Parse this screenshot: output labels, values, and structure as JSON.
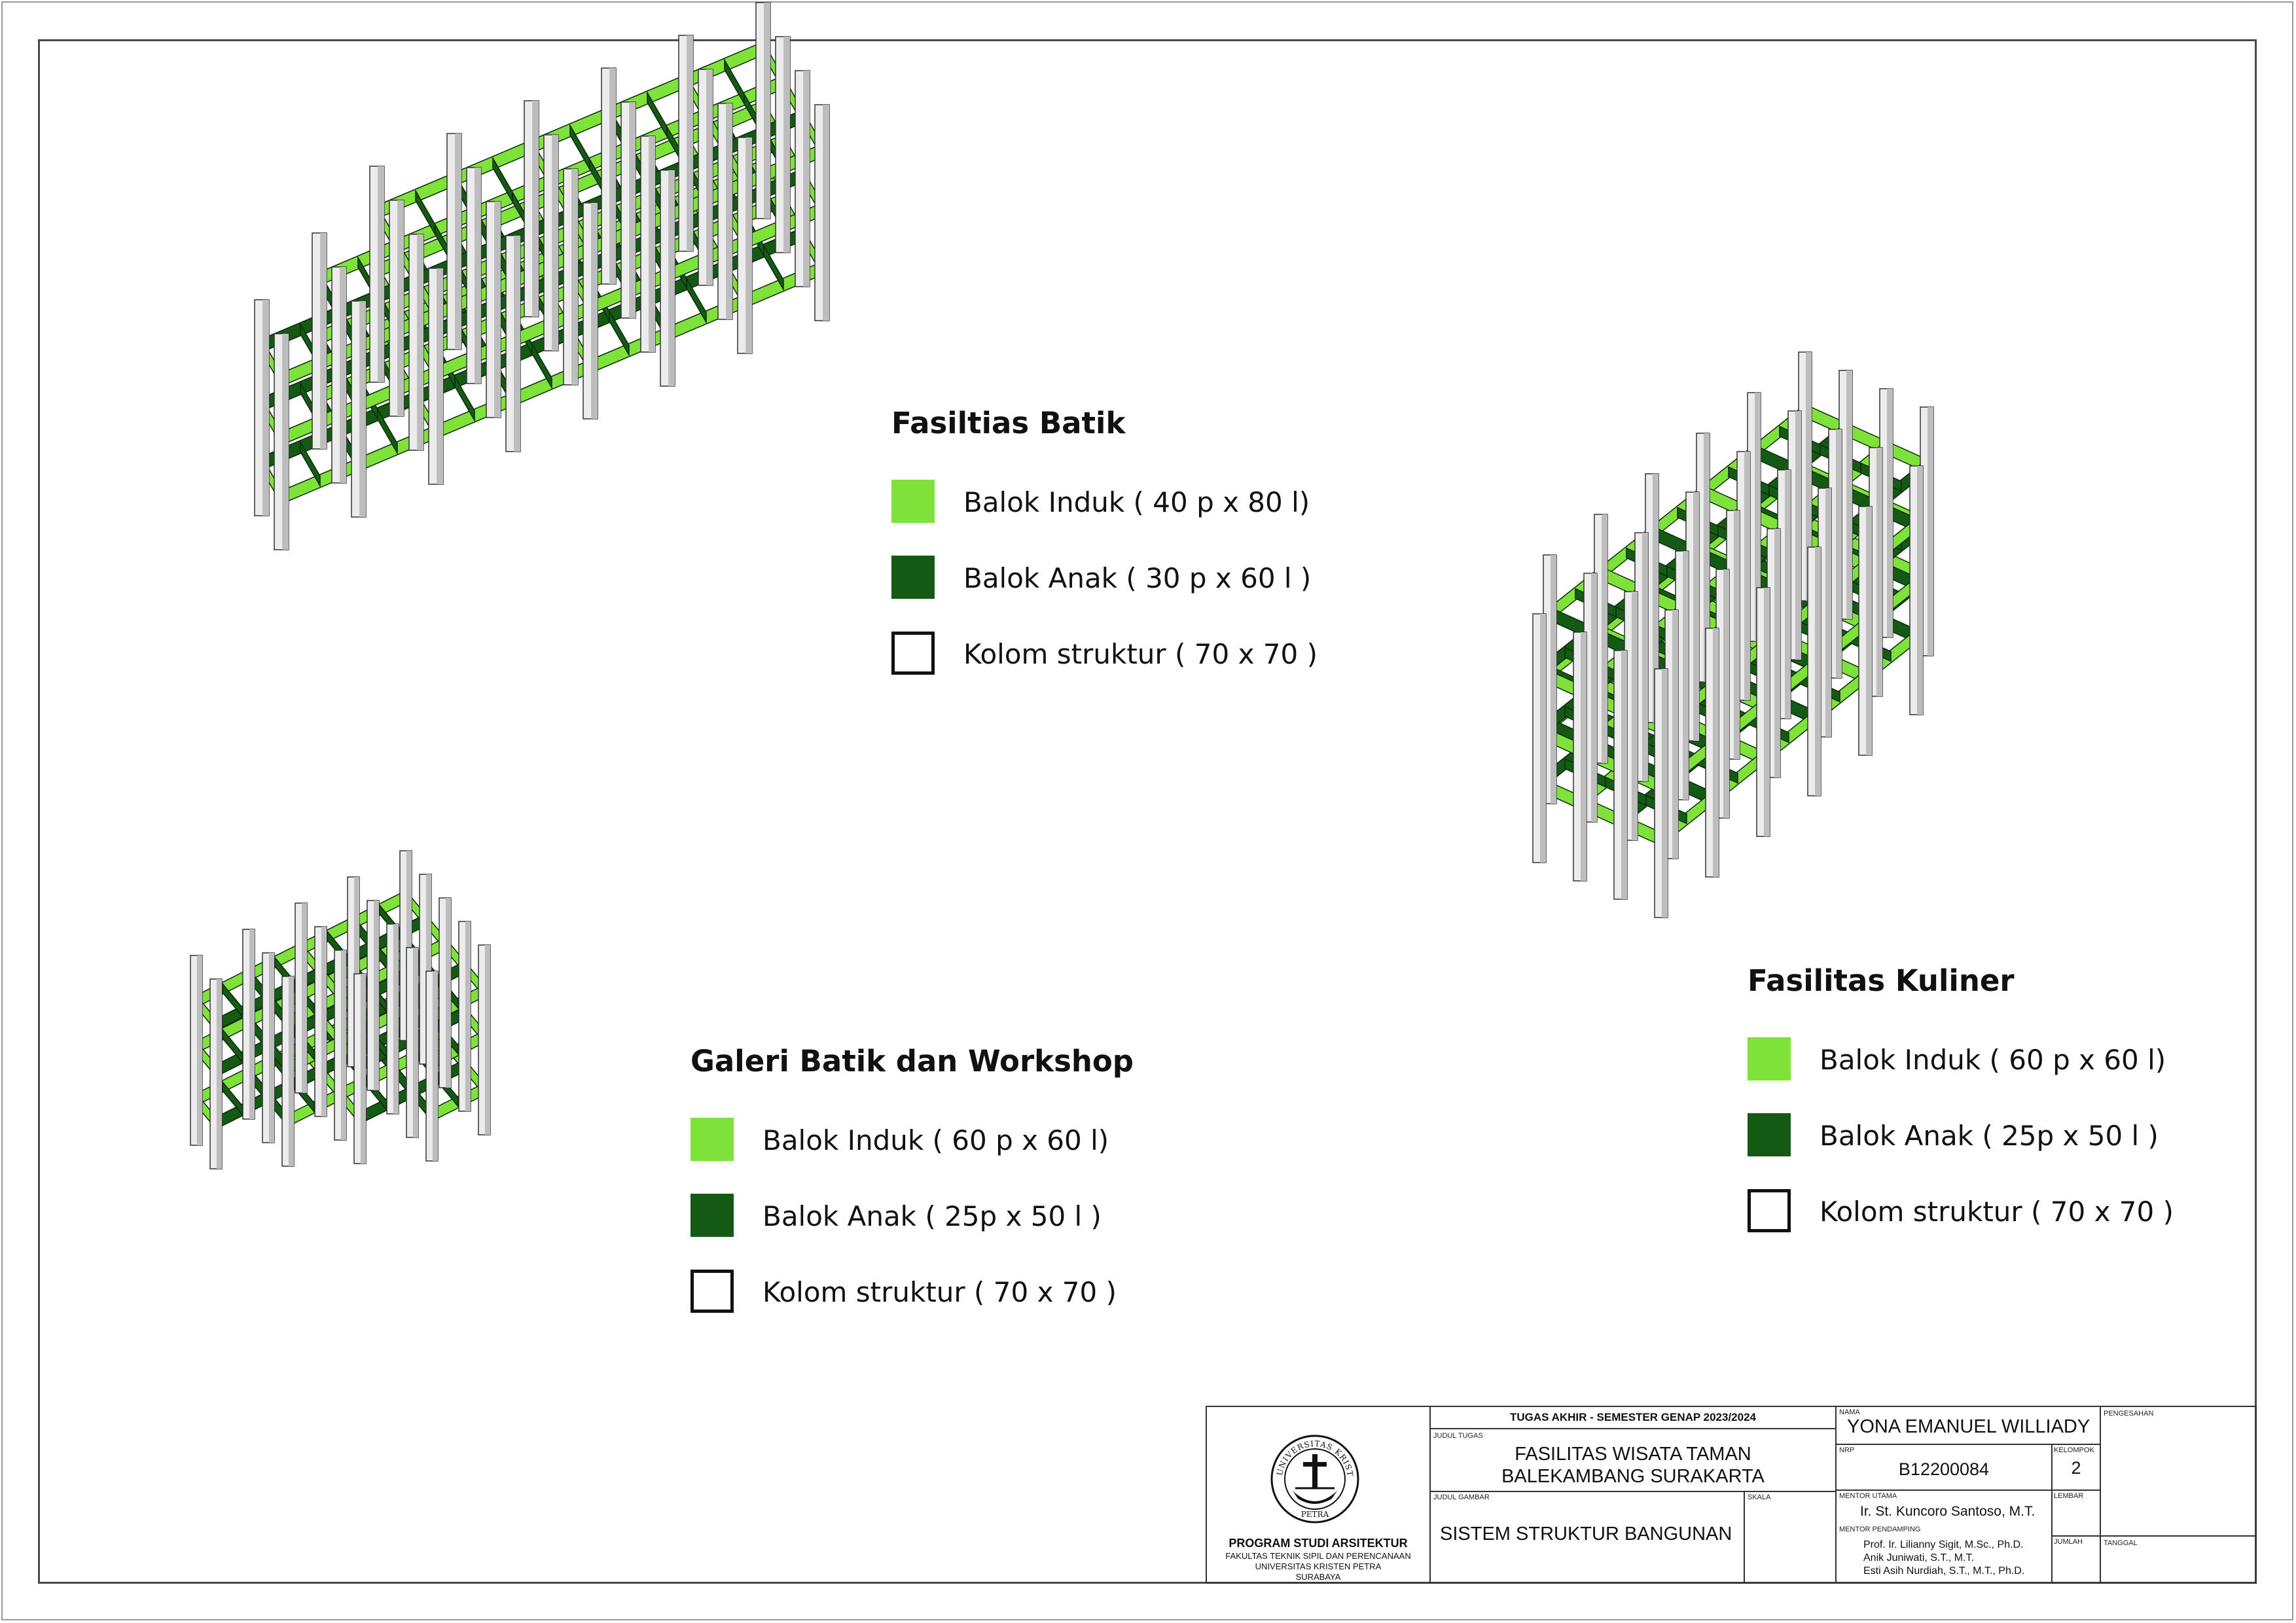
{
  "legends": [
    {
      "title": "Fasiltias Batik",
      "items": [
        {
          "swatch": "main",
          "label": "Balok Induk ( 40 p x 80 l)"
        },
        {
          "swatch": "sub",
          "label": "Balok Anak ( 30 p x 60 l )"
        },
        {
          "swatch": "col",
          "label": "Kolom struktur ( 70 x 70 )"
        }
      ]
    },
    {
      "title": "Galeri Batik dan Workshop",
      "items": [
        {
          "swatch": "main",
          "label": "Balok Induk ( 60 p x 60 l)"
        },
        {
          "swatch": "sub",
          "label": "Balok Anak ( 25p x 50 l )"
        },
        {
          "swatch": "col",
          "label": "Kolom struktur ( 70 x 70 )"
        }
      ]
    },
    {
      "title": "Fasilitas Kuliner",
      "items": [
        {
          "swatch": "main",
          "label": "Balok Induk ( 60 p x 60 l)"
        },
        {
          "swatch": "sub",
          "label": "Balok Anak ( 25p x 50 l )"
        },
        {
          "swatch": "col",
          "label": "Kolom struktur ( 70 x 70 )"
        }
      ]
    }
  ],
  "colors": {
    "balok_induk": "#7fe23a",
    "balok_anak": "#145a14",
    "kolom": "#ececec"
  },
  "title_block": {
    "logo_seal_text": "UNIVERSITAS KRISTEN PETRA",
    "program": "PROGRAM STUDI ARSITEKTUR",
    "faculty": "FAKULTAS TEKNIK SIPIL DAN PERENCANAAN",
    "university": "UNIVERSITAS KRISTEN PETRA",
    "city": "SURABAYA",
    "header": "TUGAS AKHIR - SEMESTER GENAP 2023/2024",
    "judul_tugas_label": "JUDUL TUGAS",
    "judul_tugas_line1": "FASILITAS WISATA TAMAN",
    "judul_tugas_line2": "BALEKAMBANG SURAKARTA",
    "judul_gambar_label": "JUDUL GAMBAR",
    "judul_gambar": "SISTEM STRUKTUR BANGUNAN",
    "skala_label": "SKALA",
    "nama_label": "NAMA",
    "nama": "YONA EMANUEL WILLIADY",
    "nrp_label": "NRP",
    "nrp": "B12200084",
    "kelompok_label": "KELOMPOK",
    "kelompok": "2",
    "mentor_utama_label": "MENTOR UTAMA",
    "mentor_utama": "Ir. St. Kuncoro Santoso, M.T.",
    "lembar_label": "LEMBAR",
    "mentor_pendamping_label": "MENTOR PENDAMPING",
    "mentor_pendamping": [
      "Prof. Ir. Lilianny Sigit, M.Sc., Ph.D.",
      "Anik Juniwati, S.T., M.T.",
      "Esti Asih Nurdiah, S.T., M.T., Ph.D."
    ],
    "jumlah_label": "JUMLAH",
    "pengesahan_label": "PENGESAHAN",
    "tanggal_label": "TANGGAL"
  }
}
